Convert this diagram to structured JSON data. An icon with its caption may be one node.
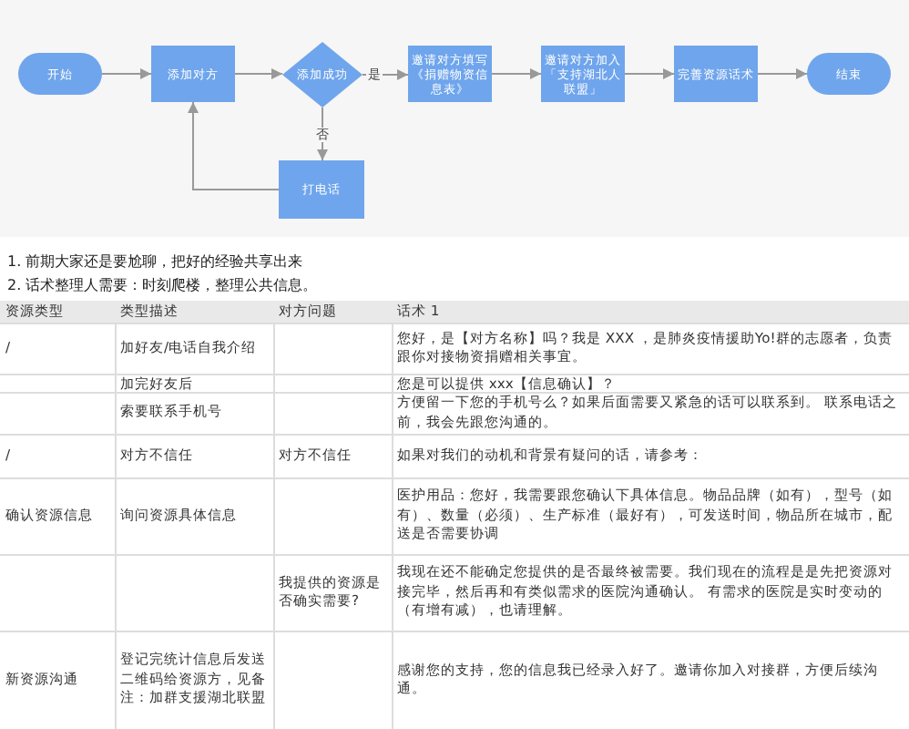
{
  "diagram": {
    "nodes": [
      {
        "text": [
          "开始"
        ]
      },
      {
        "text": [
          "添加对方"
        ]
      },
      {
        "text": [
          "添加成功"
        ]
      },
      {
        "text": [
          "邀请对方填写《捐赠物资信息表》"
        ]
      },
      {
        "text": [
          "邀请对方加入「支持湖北人联盟」"
        ]
      },
      {
        "text": [
          "完善资源话术"
        ]
      },
      {
        "text": [
          "结束"
        ]
      },
      {
        "text": [
          "打电话"
        ]
      }
    ],
    "edges": [
      {
        "from": 0,
        "to": 1,
        "arrow": "to"
      },
      {
        "from": 1,
        "to": 2,
        "arrow": "to"
      },
      {
        "from": 2,
        "to": 3,
        "arrow": "to",
        "label": "是"
      },
      {
        "from": 3,
        "to": 4,
        "arrow": "to"
      },
      {
        "from": 4,
        "to": 5,
        "arrow": "to"
      },
      {
        "from": 5,
        "to": 6,
        "arrow": "to"
      },
      {
        "from": 2,
        "to": 7,
        "arrow": "to",
        "label": "否"
      },
      {
        "from": 7,
        "to": 1,
        "arrow": "to"
      }
    ],
    "labels": [
      "1. 前期大家还是要尬聊，把好的经验共享出来",
      "2. 话术整理人需要：时刻爬楼，整理公共信息。",
      "资源类型",
      "类型描述",
      "对方问题",
      "话术 1",
      "/",
      "加好友/电话自我介绍",
      "您好，是【对方名称】吗？我是 XXX ，是肺炎疫情援助Yo!群的志愿者，负责跟你对接物资捐赠相关事宜。",
      "加完好友后",
      "您是可以提供 xxx【信息确认】？",
      "索要联系手机号",
      "方便留一下您的手机号么？如果后面需要又紧急的话可以联系到。 联系电话之前，我会先跟您沟通的。",
      "/",
      "对方不信任",
      "对方不信任",
      "如果对我们的动机和背景有疑问的话，请参考：",
      "确认资源信息",
      "询问资源具体信息",
      "医护用品：您好，我需要跟您确认下具体信息。物品品牌（如有），型号（如有）、数量（必须）、生产标准（最好有），可发送时间，物品所在城市，配送是否需要协调",
      "我提供的资源是否确实需要?",
      "我现在还不能确定您提供的是否最终被需要。我们现在的流程是是先把资源对接完毕，然后再和有类似需求的医院沟通确认。 有需求的医院是实时变动的（有增有减），也请理解。",
      "新资源沟通",
      "登记完统计信息后发送二维码给资源方，见备注：加群支援湖北联盟",
      "感谢您的支持，您的信息我已经录入好了。邀请你加入对接群，方便后续沟通。"
    ]
  }
}
